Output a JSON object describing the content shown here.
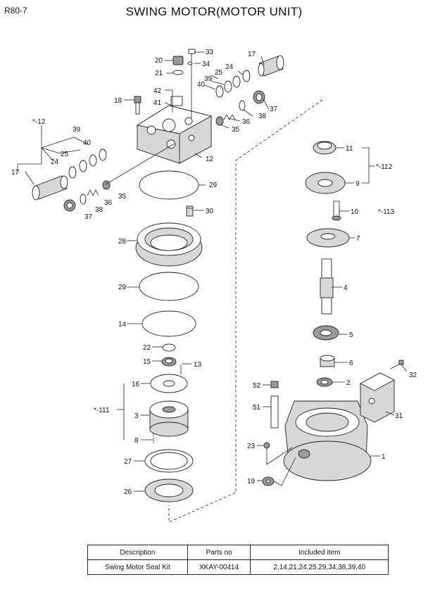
{
  "header": {
    "model": "R80-7",
    "title": "SWING MOTOR(MOTOR UNIT)"
  },
  "callouts": {
    "c1": "1",
    "c2": "2",
    "c3": "3",
    "c4": "4",
    "c5": "5",
    "c6": "6",
    "c7": "7",
    "c8": "8",
    "c9": "9",
    "c10": "10",
    "c11": "11",
    "c12": "12",
    "c13": "13",
    "c14": "14",
    "c15": "15",
    "c16": "16",
    "c17a": "17",
    "c17b": "17",
    "c18": "18",
    "c19": "19",
    "c20": "20",
    "c21": "21",
    "c22": "22",
    "c23": "23",
    "c24a": "24",
    "c24b": "24",
    "c25a": "25",
    "c25b": "25",
    "c26": "26",
    "c27": "27",
    "c28": "28",
    "c29a": "29",
    "c29b": "29",
    "c30": "30",
    "c31": "31",
    "c32": "32",
    "c33": "33",
    "c34": "34",
    "c35a": "35",
    "c35b": "35",
    "c36a": "36",
    "c36b": "36",
    "c37a": "37",
    "c37b": "37",
    "c38a": "38",
    "c38b": "38",
    "c39a": "39",
    "c39b": "39",
    "c40a": "40",
    "c40b": "40",
    "c41": "41",
    "c42": "42",
    "c51": "51",
    "c52": "52",
    "k12": "*-12",
    "k111": "*-111",
    "k112": "*-112",
    "k113": "*-113"
  },
  "kit_table": {
    "headers": [
      "Description",
      "Parts no",
      "Included item"
    ],
    "rows": [
      {
        "description": "Swing Motor Seal Kit",
        "parts_no": "XKAY-00414",
        "included": "2,14,21,24,25,29,34,38,39,40"
      }
    ]
  }
}
